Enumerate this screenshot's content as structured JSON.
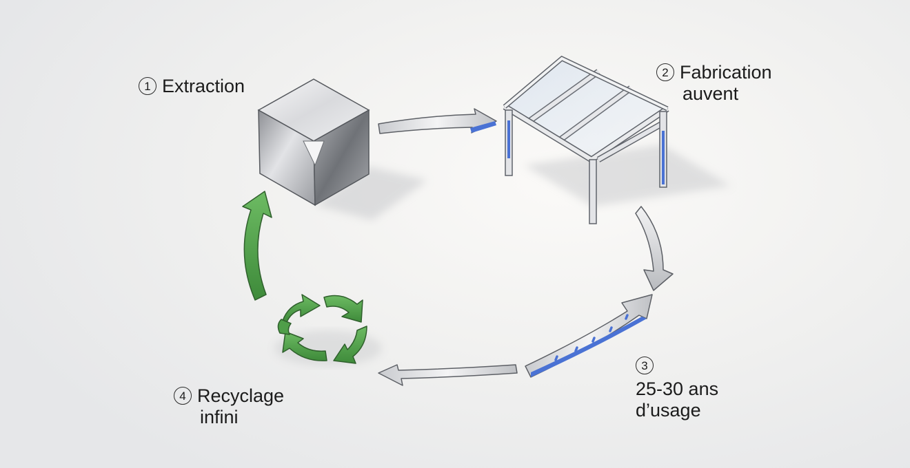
{
  "steps": [
    {
      "number": "1",
      "lines": [
        "Extraction"
      ]
    },
    {
      "number": "2",
      "lines": [
        "Fabrication",
        "auvent"
      ]
    },
    {
      "number": "3",
      "lines": [
        "25-30 ans",
        "d’usage"
      ]
    },
    {
      "number": "4",
      "lines": [
        "Recyclage",
        "infini"
      ]
    }
  ],
  "icons": {
    "step1": "aluminium-cube-icon",
    "step2": "awning-frame-icon",
    "step4": "recycle-icon"
  },
  "colors": {
    "arrow_accent_blue": "#4a72d4",
    "recycle_green": "#4f9e49",
    "metal_gray": "#b9bcc1"
  }
}
